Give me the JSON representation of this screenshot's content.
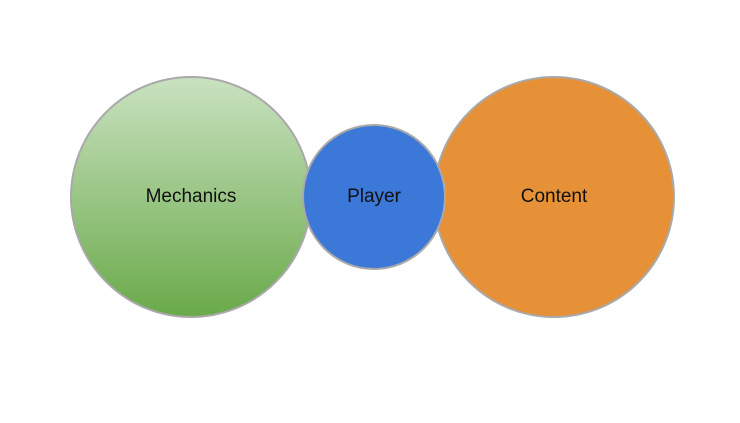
{
  "diagram": {
    "nodes": [
      {
        "id": "mechanics",
        "label": "Mechanics",
        "color_top": "#c9e1c0",
        "color_bottom": "#6aaa4a"
      },
      {
        "id": "player",
        "label": "Player",
        "color": "#3b78d8"
      },
      {
        "id": "content",
        "label": "Content",
        "color": "#e69138"
      }
    ],
    "border_color": "#a9a9a9"
  }
}
